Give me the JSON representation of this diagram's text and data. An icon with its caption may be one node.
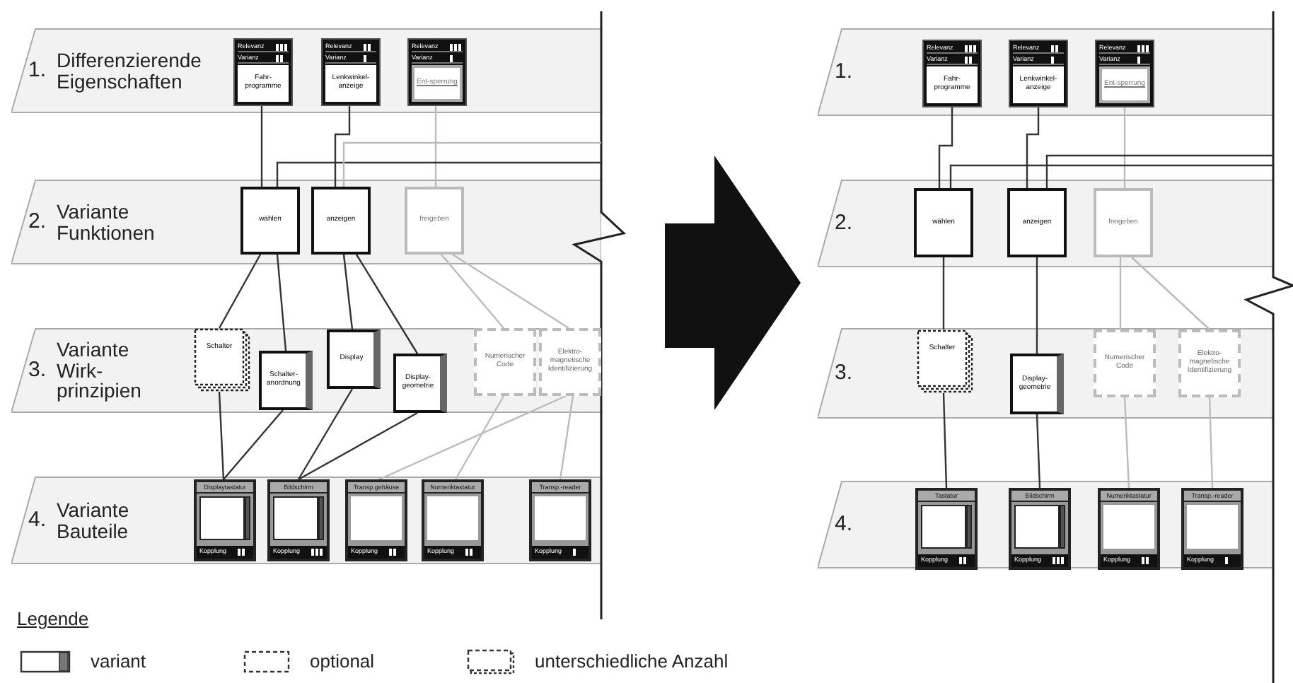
{
  "diagram": {
    "nodes": [
      {
        "text": [
          "1.",
          "Differenzierende Eigenschaften"
        ]
      },
      {
        "text": [
          "Relevanz",
          "Varianz",
          "Fahr-programme"
        ],
        "in": 0
      },
      {
        "text": [
          "Relevanz",
          "Varianz",
          "Lenkwinkel-anzeige"
        ],
        "in": 0
      },
      {
        "text": [
          "Relevanz",
          "Varianz",
          "Ent-sperrung"
        ],
        "in": 0
      },
      {
        "text": [
          "2.",
          "Variante Funktionen"
        ]
      },
      {
        "text": [
          "wählen"
        ],
        "in": 4
      },
      {
        "text": [
          "anzeigen"
        ],
        "in": 4
      },
      {
        "text": [
          "freigeben"
        ],
        "in": 4
      },
      {
        "text": [
          "3.",
          "Variante Wirk-prinzipien"
        ]
      },
      {
        "text": [
          "Schalter"
        ],
        "in": 8
      },
      {
        "text": [
          "Schalter-anordnung"
        ],
        "in": 8
      },
      {
        "text": [
          "Display"
        ],
        "in": 8
      },
      {
        "text": [
          "Display-geometrie"
        ],
        "in": 8
      },
      {
        "text": [
          "Numerischer Code"
        ],
        "in": 8
      },
      {
        "text": [
          "Elektro-magnetische Identifizierung"
        ],
        "in": 8
      },
      {
        "text": [
          "4.",
          "Variante Bauteile"
        ]
      },
      {
        "text": [
          "Displaytastatur",
          "Kopplung"
        ],
        "in": 15
      },
      {
        "text": [
          "Bildschirm",
          "Kopplung"
        ],
        "in": 15
      },
      {
        "text": [
          "Transp.gehäuse",
          "Kopplung"
        ],
        "in": 15
      },
      {
        "text": [
          "Numeriktastatur",
          "Kopplung"
        ],
        "in": 15
      },
      {
        "text": [
          "Transp.-reader",
          "Kopplung"
        ],
        "in": 15
      },
      {
        "text": [
          "1."
        ]
      },
      {
        "text": [
          "Relevanz",
          "Varianz",
          "Fahr-programme"
        ],
        "in": 21
      },
      {
        "text": [
          "Relevanz",
          "Varianz",
          "Lenkwinkel-anzeige"
        ],
        "in": 21
      },
      {
        "text": [
          "Relevanz",
          "Varianz",
          "Ent-sperrung"
        ],
        "in": 21
      },
      {
        "text": [
          "2."
        ]
      },
      {
        "text": [
          "wählen"
        ],
        "in": 25
      },
      {
        "text": [
          "anzeigen"
        ],
        "in": 25
      },
      {
        "text": [
          "freigeben"
        ],
        "in": 25
      },
      {
        "text": [
          "3."
        ]
      },
      {
        "text": [
          "Schalter"
        ],
        "in": 29
      },
      {
        "text": [
          "Display-geometrie"
        ],
        "in": 29
      },
      {
        "text": [
          "Numerischer Code"
        ],
        "in": 29
      },
      {
        "text": [
          "Elektro-magnetische Identifizierung"
        ],
        "in": 29
      },
      {
        "text": [
          "4."
        ]
      },
      {
        "text": [
          "Tastatur",
          "Kopplung"
        ],
        "in": 34
      },
      {
        "text": [
          "Bildschirm",
          "Kopplung"
        ],
        "in": 34
      },
      {
        "text": [
          "Numeriktastatur",
          "Kopplung"
        ],
        "in": 34
      },
      {
        "text": [
          "Transp.-reader",
          "Kopplung"
        ],
        "in": 34
      }
    ],
    "edges": [
      {
        "from": 1,
        "to": 5,
        "arrow": "none"
      },
      {
        "from": 2,
        "to": 6,
        "arrow": "none"
      },
      {
        "from": 3,
        "to": 7,
        "arrow": "none",
        "color": "#bbbbbb"
      },
      {
        "from": null,
        "to": 5,
        "arrow": "none"
      },
      {
        "from": null,
        "to": 6,
        "arrow": "none",
        "color": "#bbbbbb"
      },
      {
        "from": 5,
        "to": 9,
        "arrow": "none"
      },
      {
        "from": 5,
        "to": 10,
        "arrow": "none"
      },
      {
        "from": 6,
        "to": 11,
        "arrow": "none"
      },
      {
        "from": 6,
        "to": 12,
        "arrow": "none"
      },
      {
        "from": 7,
        "to": 13,
        "arrow": "none",
        "color": "#bbbbbb"
      },
      {
        "from": 7,
        "to": 14,
        "arrow": "none",
        "color": "#bbbbbb"
      },
      {
        "from": 9,
        "to": 16,
        "arrow": "none"
      },
      {
        "from": 10,
        "to": 16,
        "arrow": "none"
      },
      {
        "from": 11,
        "to": 17,
        "arrow": "none"
      },
      {
        "from": 12,
        "to": 17,
        "arrow": "none"
      },
      {
        "from": 13,
        "to": 19,
        "arrow": "none",
        "color": "#bbbbbb"
      },
      {
        "from": 14,
        "to": 18,
        "arrow": "none",
        "color": "#bbbbbb"
      },
      {
        "from": 14,
        "to": 20,
        "arrow": "none",
        "color": "#bbbbbb"
      },
      {
        "from": 22,
        "to": 26,
        "arrow": "none"
      },
      {
        "from": 23,
        "to": 27,
        "arrow": "none"
      },
      {
        "from": 24,
        "to": 28,
        "arrow": "none",
        "color": "#bbbbbb"
      },
      {
        "from": null,
        "to": 26,
        "arrow": "none"
      },
      {
        "from": null,
        "to": 27,
        "arrow": "none"
      },
      {
        "from": 26,
        "to": 30,
        "arrow": "none"
      },
      {
        "from": 27,
        "to": 31,
        "arrow": "none"
      },
      {
        "from": 28,
        "to": 32,
        "arrow": "none",
        "color": "#bbbbbb"
      },
      {
        "from": 28,
        "to": 33,
        "arrow": "none",
        "color": "#bbbbbb"
      },
      {
        "from": 30,
        "to": 35,
        "arrow": "none"
      },
      {
        "from": 31,
        "to": 36,
        "arrow": "none"
      },
      {
        "from": 32,
        "to": 37,
        "arrow": "none",
        "color": "#bbbbbb"
      },
      {
        "from": 33,
        "to": 38,
        "arrow": "none",
        "color": "#bbbbbb"
      }
    ],
    "labels": [
      "Legende"
    ],
    "legend": [
      {
        "text": "variant"
      },
      {
        "text": "optional"
      },
      {
        "text": "unterschiedliche Anzahl"
      }
    ]
  }
}
